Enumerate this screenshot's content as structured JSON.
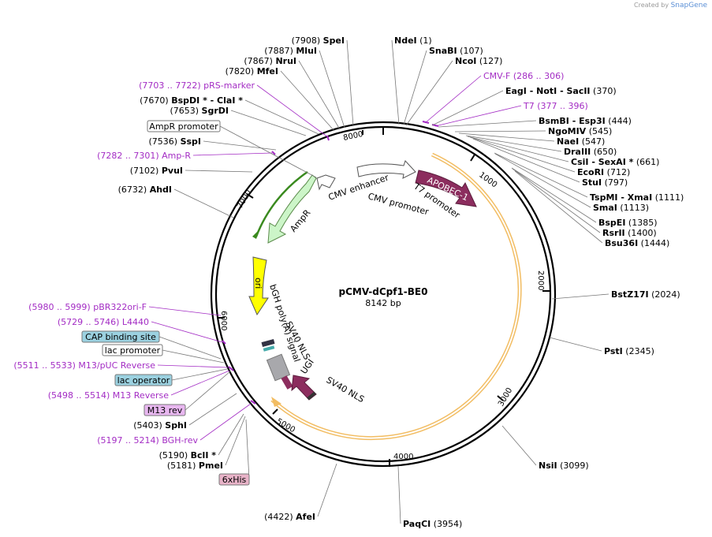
{
  "watermark": {
    "prefix": "Created by",
    "brand": "SnapGene"
  },
  "plasmid": {
    "name": "pCMV-dCpf1-BE0",
    "size": "8142 bp"
  },
  "ticks": [
    "1000",
    "2000",
    "3000",
    "4000",
    "5000",
    "6000",
    "7000",
    "8000"
  ],
  "sites": [
    {
      "pos": "(1)",
      "name": "NdeI"
    },
    {
      "pos": "(107)",
      "name": "SnaBI"
    },
    {
      "pos": "(127)",
      "name": "NcoI"
    },
    {
      "pos": "(286 .. 306)",
      "name": "CMV-F",
      "primer": true
    },
    {
      "pos": "(370)",
      "name": "EagI  - NotI  - SacII"
    },
    {
      "pos": "(377 .. 396)",
      "name": "T7",
      "primer": true
    },
    {
      "pos": "(444)",
      "name": "BsmBI  - Esp3I"
    },
    {
      "pos": "(545)",
      "name": "NgoMIV"
    },
    {
      "pos": "(547)",
      "name": "NaeI"
    },
    {
      "pos": "(650)",
      "name": "DraIII"
    },
    {
      "pos": "(661)",
      "name": "CsiI  - SexAI *"
    },
    {
      "pos": "(712)",
      "name": "EcoRI"
    },
    {
      "pos": "(797)",
      "name": "StuI"
    },
    {
      "pos": "(1111)",
      "name": "TspMI  - XmaI"
    },
    {
      "pos": "(1113)",
      "name": "SmaI"
    },
    {
      "pos": "(1385)",
      "name": "BspEI"
    },
    {
      "pos": "(1400)",
      "name": "RsrII"
    },
    {
      "pos": "(1444)",
      "name": "Bsu36I"
    },
    {
      "pos": "(2024)",
      "name": "BstZ17I"
    },
    {
      "pos": "(2345)",
      "name": "PstI"
    },
    {
      "pos": "(3099)",
      "name": "NsiI"
    },
    {
      "pos": "(3954)",
      "name": "PaqCI"
    },
    {
      "pos": "(4422)",
      "name": "AfeI"
    },
    {
      "pos": "(5181)",
      "name": "PmeI"
    },
    {
      "pos": "(5190)",
      "name": "BclI *"
    },
    {
      "pos": "(5197 .. 5214)",
      "name": "BGH-rev",
      "primer": true
    },
    {
      "pos": "(5403)",
      "name": "SphI"
    },
    {
      "pos": "(5498 .. 5514)",
      "name": "M13 Reverse",
      "primer": true
    },
    {
      "pos": "(5511 .. 5533)",
      "name": "M13/pUC Reverse",
      "primer": true
    },
    {
      "pos": "(5729 .. 5746)",
      "name": "L4440",
      "primer": true
    },
    {
      "pos": "(5980 .. 5999)",
      "name": "pBR322ori-F",
      "primer": true
    },
    {
      "pos": "(6732)",
      "name": "AhdI"
    },
    {
      "pos": "(7102)",
      "name": "PvuI"
    },
    {
      "pos": "(7282 .. 7301)",
      "name": "Amp-R",
      "primer": true
    },
    {
      "pos": "(7536)",
      "name": "SspI"
    },
    {
      "pos": "(7653)",
      "name": "SgrDI"
    },
    {
      "pos": "(7670)",
      "name": "BspDI *  - ClaI *"
    },
    {
      "pos": "(7703 .. 7722)",
      "name": "pRS-marker",
      "primer": true
    },
    {
      "pos": "(7820)",
      "name": "MfeI"
    },
    {
      "pos": "(7867)",
      "name": "NruI"
    },
    {
      "pos": "(7887)",
      "name": "MluI"
    },
    {
      "pos": "(7908)",
      "name": "SpeI"
    }
  ],
  "boxed_labels": [
    "AmpR promoter",
    "CAP binding site",
    "lac promoter",
    "lac operator",
    "M13 rev",
    "6xHis"
  ],
  "features": [
    "CMV enhancer",
    "CMV promoter",
    "T7 promoter",
    "APOBEC-1",
    "AmpR",
    "ori",
    "bGH poly(A) signal",
    "SV40 NLS",
    "UGI",
    "SV40 NLS"
  ],
  "colors": {
    "primer": "#a32cc4",
    "ampr": "#ccf5c8",
    "ori": "#ffff00",
    "apobec": "#8c2d5e",
    "ugi": "#8c2d5e",
    "orf_outline": "#f2bd63",
    "cap": "#9bd1e0",
    "m13rev": "#e8b7f0",
    "his": "#e8b3c8"
  }
}
